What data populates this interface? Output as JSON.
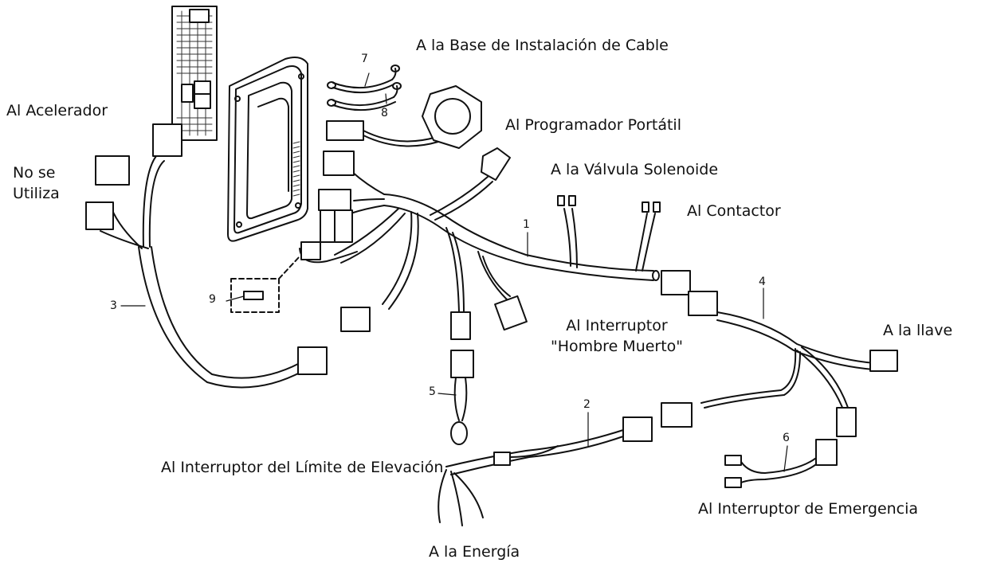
{
  "labels": {
    "cable_base": "A la Base de Instalación de Cable",
    "accelerator": "Al Acelerador",
    "not_used_line1": "No se",
    "not_used_line2": "Utiliza",
    "handheld_programmer": "Al Programador Portátil",
    "solenoid_valve": "A la Válvula Solenoide",
    "contactor": "Al Contactor",
    "deadman_line1": "Al Interruptor",
    "deadman_line2": "\"Hombre Muerto\"",
    "key": "A la llave",
    "lift_limit": "Al Interruptor del Límite de Elevación",
    "emergency": "Al Interruptor de Emergencia",
    "power": "A la Energía"
  },
  "callouts": {
    "n1": "1",
    "n2": "2",
    "n3": "3",
    "n4": "4",
    "n5": "5",
    "n6": "6",
    "n7": "7",
    "n8": "8",
    "n9": "9"
  },
  "colors": {
    "ink": "#111111",
    "background": "#ffffff"
  }
}
